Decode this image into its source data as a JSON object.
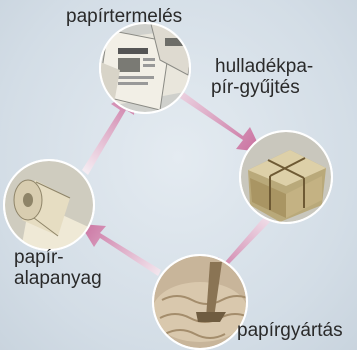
{
  "diagram": {
    "type": "cycle",
    "nodes": [
      {
        "id": "newspapers",
        "label_lines": [
          "papírtermelés"
        ]
      },
      {
        "id": "bundle",
        "label_lines": [
          "hulladékpa-",
          "pír-gyűjtés"
        ]
      },
      {
        "id": "pulp",
        "label_lines": [
          "papírgyártás"
        ]
      },
      {
        "id": "roll",
        "label_lines": [
          "papír-",
          "alapanyag"
        ]
      }
    ],
    "edges": [
      {
        "from": "newspapers",
        "to": "bundle"
      },
      {
        "from": "bundle",
        "to": "pulp"
      },
      {
        "from": "pulp",
        "to": "roll"
      },
      {
        "from": "roll",
        "to": "newspapers"
      }
    ],
    "colors": {
      "background": "#d8e2ea",
      "arrow_light": "#f2e6ef",
      "arrow_dark": "#c9709f",
      "circle_border": "#ffffff"
    }
  }
}
